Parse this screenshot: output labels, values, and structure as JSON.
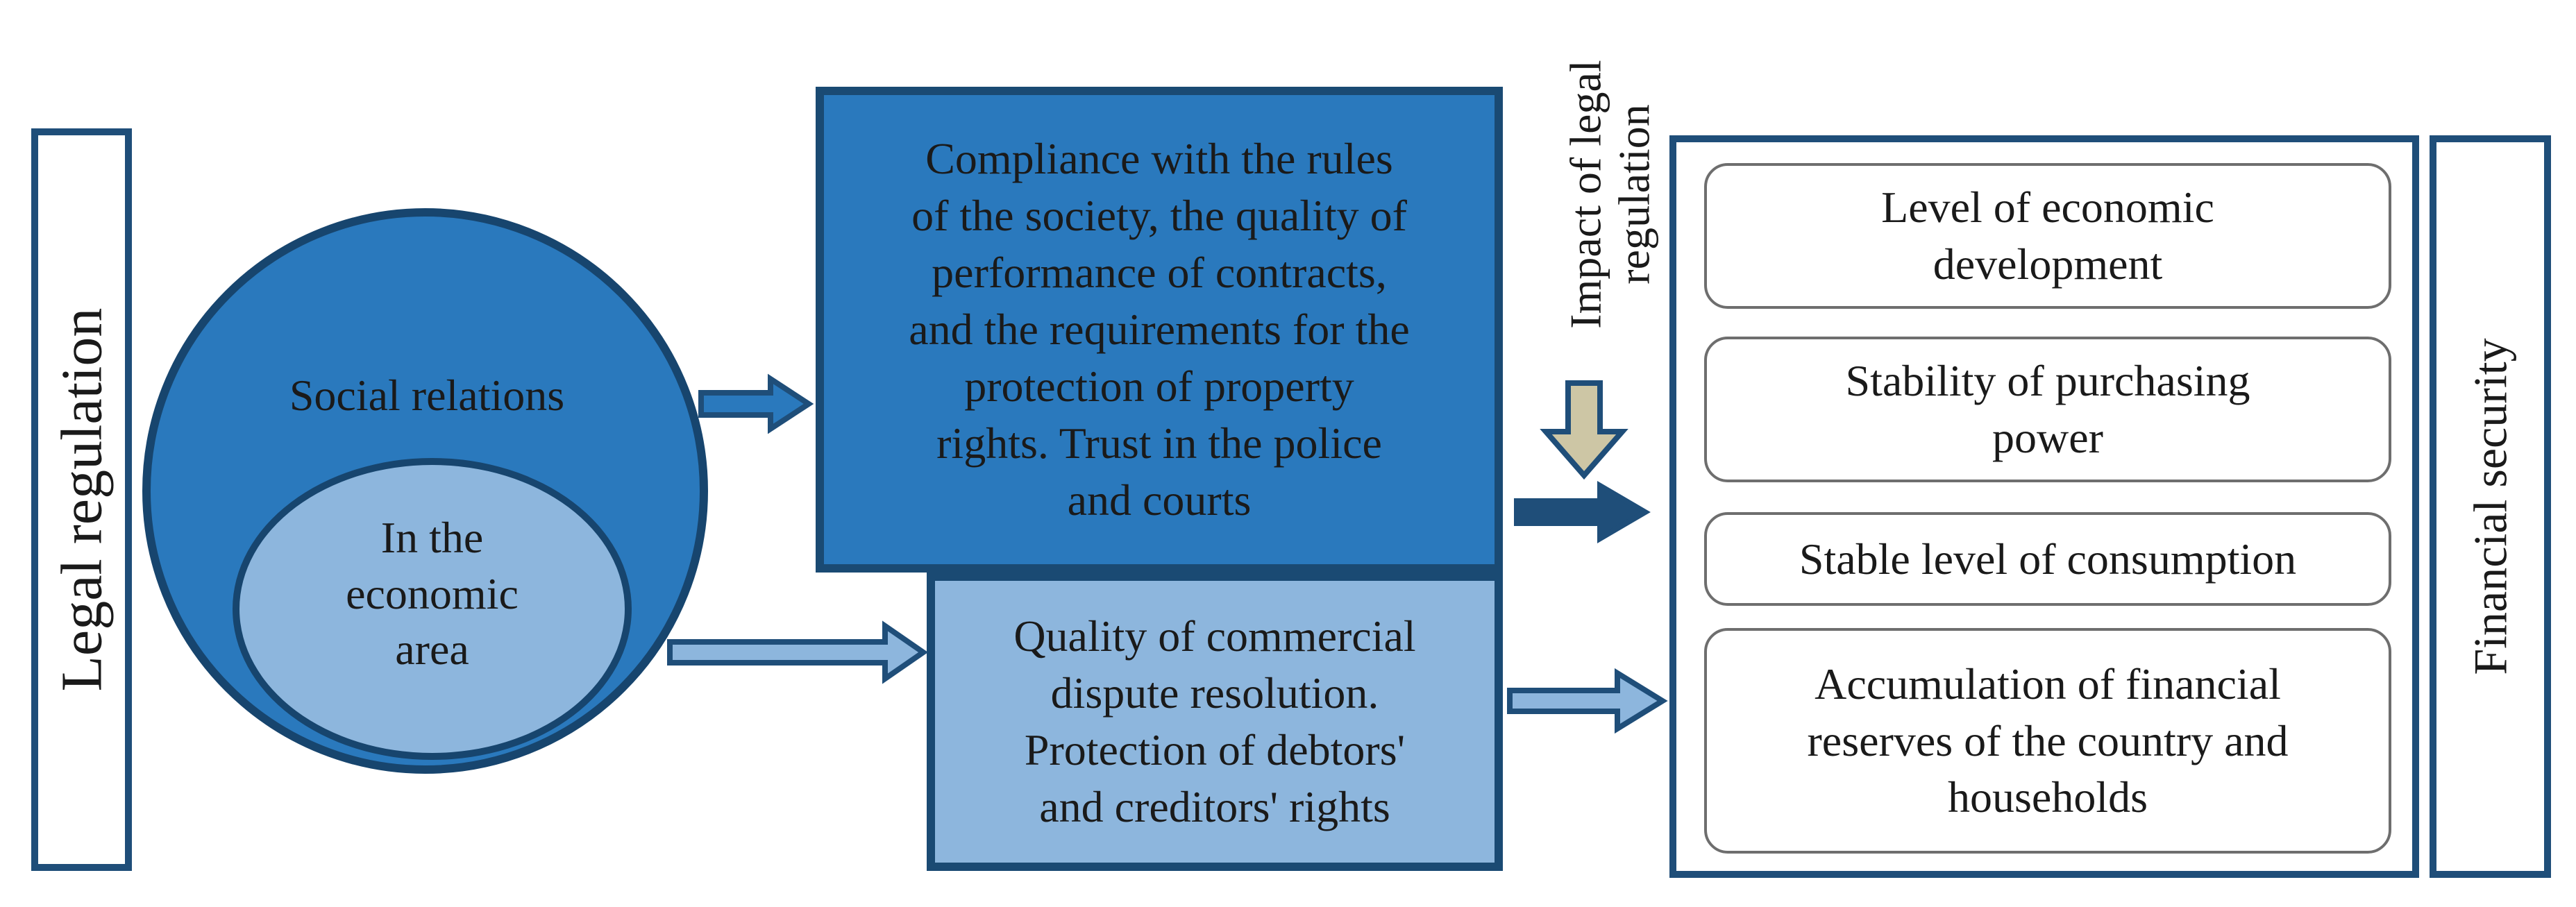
{
  "left_bar": {
    "label": "Legal regulation"
  },
  "right_bar": {
    "label": "Financial security"
  },
  "circle": {
    "outer_label": "Social relations",
    "inner_label": [
      "In the",
      "economic",
      "area"
    ]
  },
  "top_box": {
    "lines": [
      "Compliance with the rules",
      "of the society, the quality of",
      "performance of contracts,",
      "and the requirements for the",
      "protection of property",
      "rights. Trust in the police",
      "and courts"
    ]
  },
  "bottom_box": {
    "lines": [
      "Quality of commercial",
      "dispute resolution.",
      "Protection of debtors'",
      "and creditors' rights"
    ]
  },
  "impact": {
    "lines": [
      "Impact of legal",
      "regulation"
    ]
  },
  "outcomes": [
    {
      "lines": [
        "Level of economic",
        "development"
      ]
    },
    {
      "lines": [
        "Stability of purchasing",
        "power"
      ]
    },
    {
      "lines": [
        "Stable level of consumption"
      ]
    },
    {
      "lines": [
        "Accumulation of financial",
        "reserves of the country and",
        "households"
      ]
    }
  ],
  "colors": {
    "dark_blue": "#1f4e79",
    "medium_blue": "#2a79bd",
    "light_blue": "#8db6dd",
    "impact_arrow": "#cdc6a5"
  }
}
